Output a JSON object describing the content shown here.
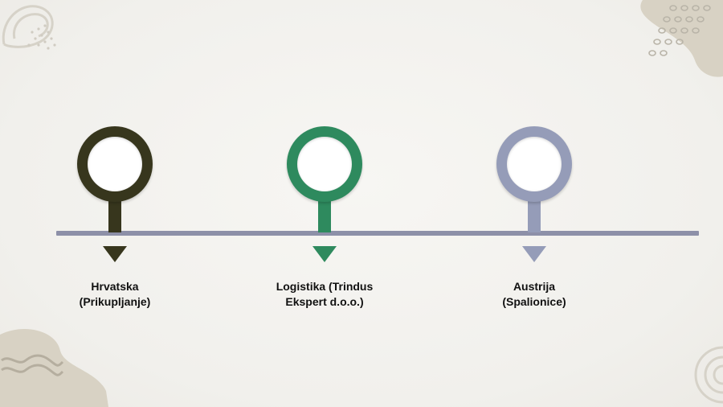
{
  "timeline": {
    "stops": [
      {
        "line1": "Hrvatska",
        "line2": "(Prikupljanje)",
        "color": "#37361d"
      },
      {
        "line1": "Logistika (Trindus",
        "line2": "Ekspert d.o.o.)",
        "color": "#2e8a5e"
      },
      {
        "line1": "Austrija",
        "line2": "(Spalionice)",
        "color": "#959cb8"
      }
    ],
    "line_color": "#8d90a8"
  },
  "decor": {
    "shape_color": "#d8d2c4",
    "scribble_color": "#c9c4b8"
  }
}
